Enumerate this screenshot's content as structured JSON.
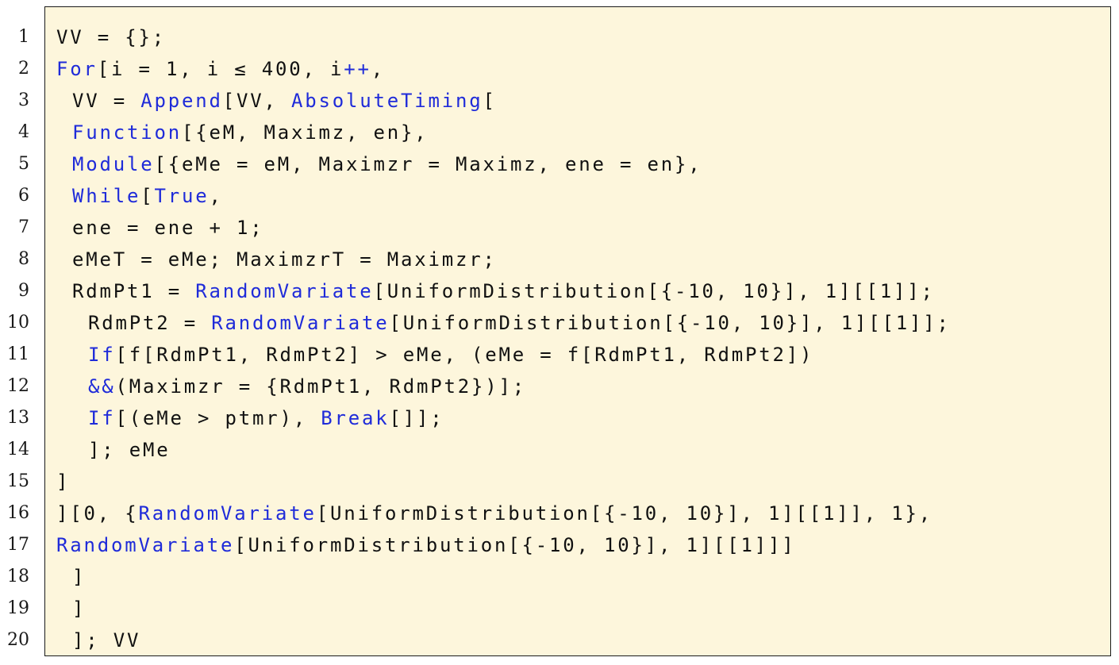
{
  "colors": {
    "background": "#fdf6dc",
    "border": "#1a1a1a",
    "keyword": "#1f2bd9",
    "text": "#111111"
  },
  "lines": [
    {
      "num": "1",
      "indent": 0,
      "tokens": [
        [
          "p",
          "VV = {};"
        ]
      ]
    },
    {
      "num": "2",
      "indent": 0,
      "tokens": [
        [
          "k",
          "For"
        ],
        [
          "p",
          "[i = 1, i ≤ 400, i"
        ],
        [
          "k",
          "++"
        ],
        [
          "p",
          ","
        ]
      ]
    },
    {
      "num": "3",
      "indent": 1,
      "tokens": [
        [
          "p",
          "VV = "
        ],
        [
          "k",
          "Append"
        ],
        [
          "p",
          "[VV, "
        ],
        [
          "k",
          "AbsoluteTiming"
        ],
        [
          "p",
          "["
        ]
      ]
    },
    {
      "num": "4",
      "indent": 1,
      "tokens": [
        [
          "k",
          "Function"
        ],
        [
          "p",
          "[{eM, Maximz, en},"
        ]
      ]
    },
    {
      "num": "5",
      "indent": 1,
      "tokens": [
        [
          "k",
          "Module"
        ],
        [
          "p",
          "[{eMe = eM, Maximzr = Maximz, ene = en},"
        ]
      ]
    },
    {
      "num": "6",
      "indent": 1,
      "tokens": [
        [
          "k",
          "While"
        ],
        [
          "p",
          "["
        ],
        [
          "k",
          "True"
        ],
        [
          "p",
          ","
        ]
      ]
    },
    {
      "num": "7",
      "indent": 1,
      "tokens": [
        [
          "p",
          "ene = ene + 1;"
        ]
      ]
    },
    {
      "num": "8",
      "indent": 1,
      "tokens": [
        [
          "p",
          "eMeT = eMe; MaximzrT = Maximzr;"
        ]
      ]
    },
    {
      "num": "9",
      "indent": 1,
      "tokens": [
        [
          "p",
          "RdmPt1 = "
        ],
        [
          "k",
          "RandomVariate"
        ],
        [
          "p",
          "[UniformDistribution[{-10, 10}], 1][[1]];"
        ]
      ]
    },
    {
      "num": "10",
      "indent": 2,
      "tokens": [
        [
          "p",
          "RdmPt2 = "
        ],
        [
          "k",
          "RandomVariate"
        ],
        [
          "p",
          "[UniformDistribution[{-10, 10}], 1][[1]];"
        ]
      ]
    },
    {
      "num": "11",
      "indent": 2,
      "tokens": [
        [
          "k",
          "If"
        ],
        [
          "p",
          "[f[RdmPt1, RdmPt2] > eMe, (eMe = f[RdmPt1, RdmPt2])"
        ]
      ]
    },
    {
      "num": "12",
      "indent": 2,
      "tokens": [
        [
          "k",
          "&&"
        ],
        [
          "p",
          "(Maximzr = {RdmPt1, RdmPt2})];"
        ]
      ]
    },
    {
      "num": "13",
      "indent": 2,
      "tokens": [
        [
          "k",
          "If"
        ],
        [
          "p",
          "[(eMe > ptmr), "
        ],
        [
          "k",
          "Break"
        ],
        [
          "p",
          "[]];"
        ]
      ]
    },
    {
      "num": "14",
      "indent": 2,
      "tokens": [
        [
          "p",
          "]; eMe"
        ]
      ]
    },
    {
      "num": "15",
      "indent": 0,
      "tokens": [
        [
          "p",
          "]"
        ]
      ]
    },
    {
      "num": "16",
      "indent": 0,
      "tokens": [
        [
          "p",
          "][0, {"
        ],
        [
          "k",
          "RandomVariate"
        ],
        [
          "p",
          "[UniformDistribution[{-10, 10}], 1][[1]], 1},"
        ]
      ]
    },
    {
      "num": "17",
      "indent": 0,
      "tokens": [
        [
          "k",
          "RandomVariate"
        ],
        [
          "p",
          "[UniformDistribution[{-10, 10}], 1][[1]]]"
        ]
      ]
    },
    {
      "num": "18",
      "indent": 1,
      "tokens": [
        [
          "p",
          "]"
        ]
      ]
    },
    {
      "num": "19",
      "indent": 1,
      "tokens": [
        [
          "p",
          "]"
        ]
      ]
    },
    {
      "num": "20",
      "indent": 1,
      "tokens": [
        [
          "p",
          "]; VV"
        ]
      ]
    }
  ]
}
